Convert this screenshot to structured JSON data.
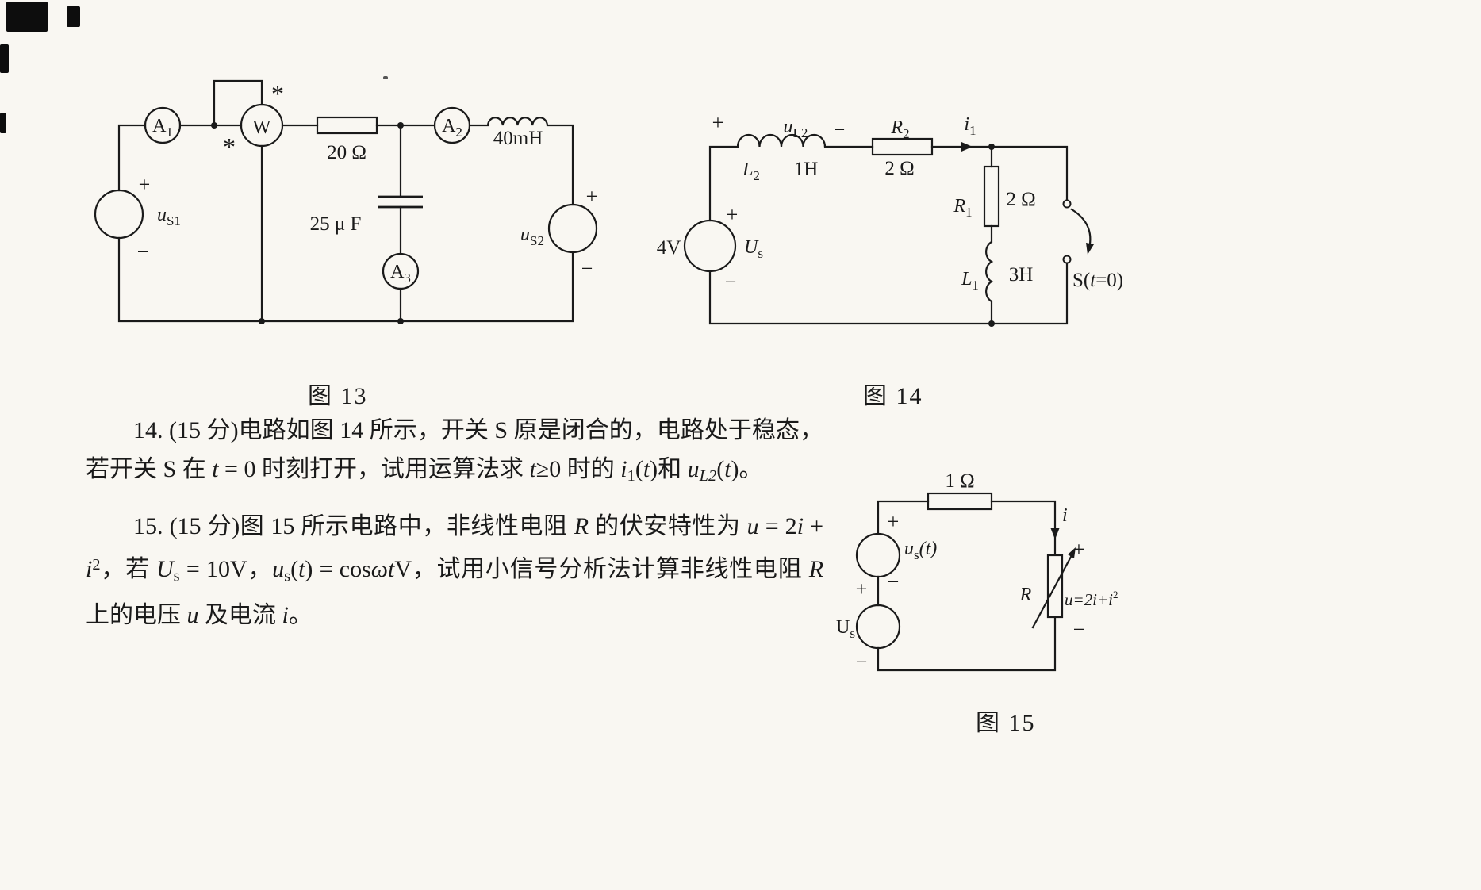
{
  "captions": {
    "fig13": "图 13",
    "fig14": "图 14",
    "fig15": "图 15"
  },
  "fig13": {
    "meter_a": "A",
    "a1_sub": "1",
    "a2_sub": "2",
    "a3_sub": "3",
    "wattmeter": "W",
    "star_top": "*",
    "star_bottom": "*",
    "resistor": "20 Ω",
    "inductor": "40mH",
    "capacitor": "25 μ F",
    "us1_sym": "u",
    "us1_sub": "S1",
    "us1_plus": "+",
    "us1_minus": "−",
    "us2_sym": "u",
    "us2_sub": "S2",
    "us2_plus": "+",
    "us2_minus": "−"
  },
  "fig14": {
    "plus_top": "+",
    "minus_top": "−",
    "ul2_sym": "u",
    "ul2_sub": "L2",
    "l2_sym": "L",
    "l2_sub": "2",
    "l2_value": "1H",
    "r2_sym": "R",
    "r2_sub": "2",
    "r2_value": "2 Ω",
    "i1_sym": "i",
    "i1_sub": "1",
    "r1_sym": "R",
    "r1_sub": "1",
    "r1_value": "2 Ω",
    "l1_sym": "L",
    "l1_sub": "1",
    "l1_value": "3H",
    "source_value": "4V",
    "source_plus": "+",
    "source_minus": "−",
    "us_sym": "U",
    "us_sub": "s",
    "switch_pre": "S(",
    "switch_var": "t",
    "switch_post": "=0)"
  },
  "fig15": {
    "r_top_value": "1 Ω",
    "i_sym": "i",
    "ust_plus": "+",
    "ust_sym": "u",
    "ust_sub": "s",
    "ust_post": "(t)",
    "ust_minus": "−",
    "us_plus": "+",
    "us_sym": "U",
    "us_sub": "s",
    "us_minus": "−",
    "r_plus": "+",
    "r_sym": "R",
    "vi_pre": "u=2i+i",
    "vi_sup": "2",
    "r_minus": "−"
  },
  "problems": {
    "p14": [
      {
        "t": "14. (15 分)电路如图 14 所示，开关 S 原是闭合的，电路处于稳态，若开关 S 在 ",
        "s": ""
      },
      {
        "t": "t",
        "s": "i"
      },
      {
        "t": " = 0 时刻打开，试用运算法求 ",
        "s": ""
      },
      {
        "t": "t",
        "s": "i"
      },
      {
        "t": "≥0 时的 ",
        "s": ""
      },
      {
        "t": "i",
        "s": "i"
      },
      {
        "t": "1",
        "s": "sub"
      },
      {
        "t": "(",
        "s": ""
      },
      {
        "t": "t",
        "s": "i"
      },
      {
        "t": ")",
        "s": ""
      },
      {
        "t": "和 ",
        "s": ""
      },
      {
        "t": "u",
        "s": "i"
      },
      {
        "t": "L2",
        "s": "isub"
      },
      {
        "t": "(",
        "s": ""
      },
      {
        "t": "t",
        "s": "i"
      },
      {
        "t": ")",
        "s": ""
      },
      {
        "t": "。",
        "s": ""
      }
    ],
    "p15": [
      {
        "t": "15. (15 分)图 15 所示电路中，非线性电阻 ",
        "s": ""
      },
      {
        "t": "R",
        "s": "i"
      },
      {
        "t": " 的伏安特性为 ",
        "s": ""
      },
      {
        "t": "u",
        "s": "i"
      },
      {
        "t": " = 2",
        "s": ""
      },
      {
        "t": "i",
        "s": "i"
      },
      {
        "t": " + ",
        "s": ""
      },
      {
        "t": "i",
        "s": "i"
      },
      {
        "t": "2",
        "s": "sup"
      },
      {
        "t": "，若 ",
        "s": ""
      },
      {
        "t": "U",
        "s": "i"
      },
      {
        "t": "s",
        "s": "sub"
      },
      {
        "t": " = 10V，",
        "s": ""
      },
      {
        "t": "u",
        "s": "i"
      },
      {
        "t": "s",
        "s": "sub"
      },
      {
        "t": "(",
        "s": ""
      },
      {
        "t": "t",
        "s": "i"
      },
      {
        "t": ") = cos",
        "s": ""
      },
      {
        "t": "ωt",
        "s": "i"
      },
      {
        "t": "V，试用小信号分析法计算非线性电阻 ",
        "s": ""
      },
      {
        "t": "R",
        "s": "i"
      },
      {
        "t": " 上的电压 ",
        "s": ""
      },
      {
        "t": "u",
        "s": "i"
      },
      {
        "t": " 及电流 ",
        "s": ""
      },
      {
        "t": "i",
        "s": "i"
      },
      {
        "t": "。",
        "s": ""
      }
    ]
  }
}
